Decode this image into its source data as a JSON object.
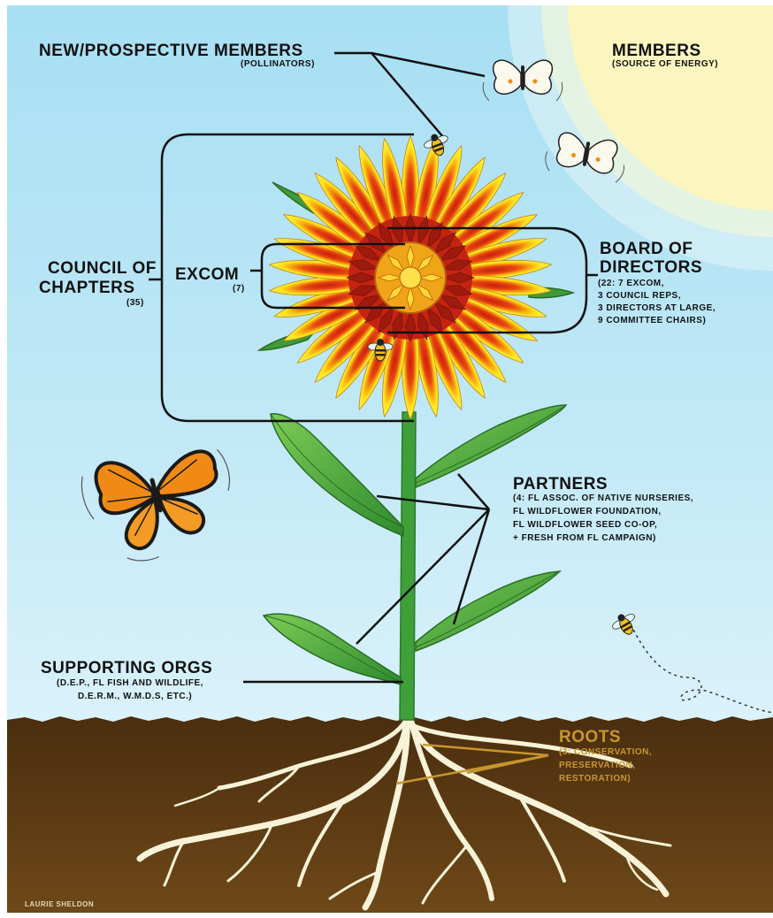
{
  "labels": {
    "new_members": {
      "title": "NEW/PROSPECTIVE MEMBERS",
      "sub": "(POLLINATORS)"
    },
    "members": {
      "title": "MEMBERS",
      "sub": "(SOURCE OF ENERGY)"
    },
    "council": {
      "title_1": "COUNCIL OF",
      "title_2": "CHAPTERS",
      "sub": "(35)"
    },
    "excom": {
      "title": "EXCOM",
      "sub": "(7)"
    },
    "board": {
      "title_1": "BOARD OF",
      "title_2": "DIRECTORS",
      "lines": [
        "(22: 7 EXCOM,",
        "3 COUNCIL REPS,",
        "3 DIRECTORS AT LARGE,",
        "9 COMMITTEE CHAIRS)"
      ]
    },
    "partners": {
      "title": "PARTNERS",
      "lines": [
        "(4: FL ASSOC. OF NATIVE NURSERIES,",
        "FL WILDFLOWER FOUNDATION,",
        "FL WILDFLOWER SEED CO-OP,",
        "+ FRESH FROM FL CAMPAIGN)"
      ]
    },
    "supporting": {
      "title": "SUPPORTING ORGS",
      "lines": [
        "(D.E.P., FL FISH AND WILDLIFE,",
        "D.E.R.M., W.M.D.s, ETC.)"
      ]
    },
    "roots": {
      "title": "ROOTS",
      "lines": [
        "(3: CONSERVATION,",
        "PRESERVATION,",
        "RESTORATION)"
      ]
    }
  },
  "credit": "LAURIE SHELDON",
  "colors": {
    "sky": "#b8e4f5",
    "sun": "#fbf6bf",
    "soil": "#5b3a15",
    "stem": "#3fa03a",
    "petal_outer": "#ffe93a",
    "petal_inner": "#d42a12",
    "center": "#f6b818",
    "roots_text": "#c8962e",
    "monarch": "#f08a15"
  },
  "icons": [
    "sun-icon",
    "white-butterfly-icon",
    "monarch-butterfly-icon",
    "bee-icon",
    "flower-icon",
    "leaf-icon",
    "root-icon"
  ]
}
